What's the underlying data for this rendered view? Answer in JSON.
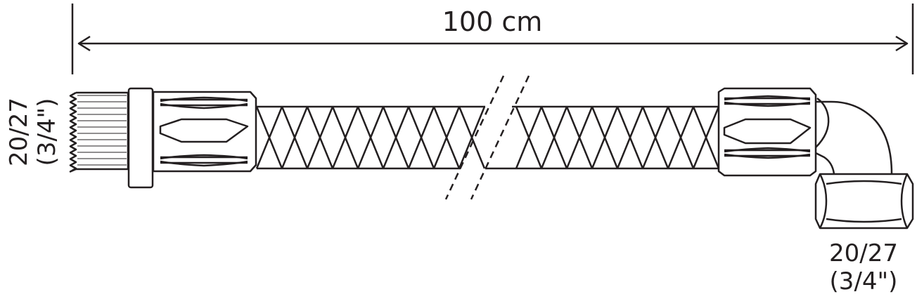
{
  "dimension": {
    "length_label": "100 cm"
  },
  "left_fitting": {
    "size_label": "20/27",
    "inch_label": "(3/4\")"
  },
  "right_fitting": {
    "size_label": "20/27",
    "inch_label": "(3/4\")"
  },
  "colors": {
    "line": "#231f20",
    "background": "#ffffff"
  }
}
